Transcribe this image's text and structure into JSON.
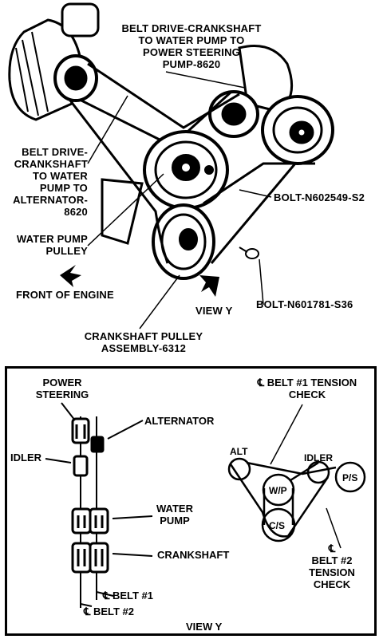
{
  "top_diagram": {
    "labels": {
      "belt_drive_ps": [
        "BELT DRIVE-CRANKSHAFT",
        "TO WATER PUMP TO",
        "POWER STEERING",
        "PUMP-8620"
      ],
      "belt_drive_alt": [
        "BELT DRIVE-",
        "CRANKSHAFT",
        "TO WATER",
        "PUMP TO",
        "ALTERNATOR-",
        "8620"
      ],
      "water_pump_pulley": [
        "WATER PUMP",
        "PULLEY"
      ],
      "front_of_engine": "FRONT OF ENGINE",
      "bolt_1": "BOLT-N602549-S2",
      "bolt_2": "BOLT-N601781-S36",
      "view_y": "VIEW Y",
      "crankshaft_pulley": [
        "CRANKSHAFT PULLEY",
        "ASSEMBLY-6312"
      ]
    }
  },
  "view_y_panel": {
    "labels": {
      "power_steering": [
        "POWER",
        "STEERING"
      ],
      "alternator": "ALTERNATOR",
      "idler": "IDLER",
      "water_pump": [
        "WATER",
        "PUMP"
      ],
      "crankshaft": "CRANKSHAFT",
      "cl_belt_1": "℄ BELT #1",
      "cl_belt_2": "℄ BELT #2",
      "belt1_tension": [
        "℄ BELT #1 TENSION",
        "CHECK"
      ],
      "belt2_tension": [
        "℄",
        "BELT #2",
        "TENSION",
        "CHECK"
      ],
      "title": "VIEW Y"
    },
    "pulleys": {
      "alt": "ALT",
      "idler": "IDLER",
      "wp": "W/P",
      "ps": "P/S",
      "cs": "C/S"
    }
  }
}
